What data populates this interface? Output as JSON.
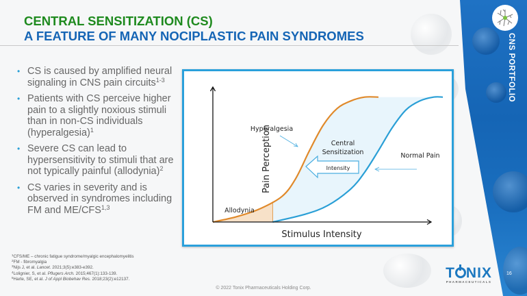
{
  "header": {
    "title_line1": "CENTRAL SENSITIZATION (CS)",
    "title_line2": "A FEATURE OF MANY NOCIPLASTIC PAIN SYNDROMES",
    "title_line1_color": "#1e8a1e",
    "title_line2_color": "#1565b5"
  },
  "side_panel": {
    "label": "CNS PORTFOLIO",
    "icon": "neuron-icon"
  },
  "bullets": [
    {
      "text": "CS is caused by amplified neural signaling in CNS pain circuits",
      "ref": "1-3"
    },
    {
      "text": "Patients with CS perceive higher pain to a slightly noxious stimuli than in non-CS individuals (hyperalgesia)",
      "ref": "1"
    },
    {
      "text": "Severe CS can lead to hypersensitivity to stimuli that are not typically painful (allodynia)",
      "ref": "2"
    },
    {
      "text": "CS varies in severity and is observed in syndromes including FM and ME/CFS",
      "ref": "1,3"
    }
  ],
  "footnotes": [
    {
      "num": "1",
      "text": "CFS/ME – chronic fatigue syndrome/myalgic encephalomyelitis"
    },
    {
      "num": "2",
      "text": "FM - fibromyalgia"
    },
    {
      "num": "3",
      "pre": "Nijs J, et al. ",
      "journal": "Lancet.",
      "post": " 2021;3(5):e383-e392."
    },
    {
      "num": "4",
      "pre": "Lolignier, S, et al. ",
      "journal": "Pflugers Arch.",
      "post": " 2015;467(1):133-139."
    },
    {
      "num": "5",
      "pre": "Harte, SE, et al. ",
      "journal": "J of Appl Biobehav Res.",
      "post": " 2018;23(2):e12137."
    }
  ],
  "chart_data": {
    "type": "line",
    "title": "",
    "xlabel": "Stimulus Intensity",
    "ylabel": "Pain Perception",
    "xlim": [
      0,
      10
    ],
    "ylim": [
      0,
      10
    ],
    "grid": false,
    "series": [
      {
        "name": "Hyperalgesia",
        "color": "#e0892a",
        "x": [
          0,
          1,
          2,
          3,
          3.6,
          4.2,
          4.8,
          5.4,
          6,
          6.6,
          7.2
        ],
        "y": [
          0,
          0.4,
          1.0,
          2.0,
          3.4,
          5.6,
          7.6,
          8.9,
          9.5,
          9.8,
          9.8
        ]
      },
      {
        "name": "Normal Pain",
        "color": "#2a9fd6",
        "x": [
          2.6,
          4,
          5,
          6,
          6.6,
          7.2,
          7.8,
          8.4,
          9,
          9.6,
          10
        ],
        "y": [
          0,
          0.6,
          1.3,
          2.6,
          3.9,
          5.6,
          7.4,
          8.8,
          9.5,
          9.8,
          9.8
        ]
      }
    ],
    "regions": [
      {
        "name": "Allodynia",
        "color": "#f7e1c8",
        "x_range": [
          0,
          2.6
        ],
        "under": "Hyperalgesia"
      },
      {
        "name": "Central Sensitization",
        "color": "#e8f5fc",
        "between": [
          "Hyperalgesia",
          "Normal Pain"
        ]
      }
    ],
    "annotations": [
      {
        "text": "Hyperalgesia",
        "points_to": "Hyperalgesia"
      },
      {
        "text": "Central Sensitization",
        "line2": "Sensitization",
        "line1": "Central"
      },
      {
        "text": "Normal Pain",
        "points_to": "Normal Pain"
      },
      {
        "text": "Intensity",
        "shape": "left-arrow",
        "meaning": "shift toward lower stimulus intensity"
      },
      {
        "text": "Allodynia"
      }
    ]
  },
  "footer": {
    "copyright": "© 2022 Tonix Pharmaceuticals Holding Corp.",
    "logo_word": "T●NIX",
    "logo_sub": "PHARMACEUTICALS",
    "brand_color": "#1c78c0",
    "page_number": "16"
  }
}
